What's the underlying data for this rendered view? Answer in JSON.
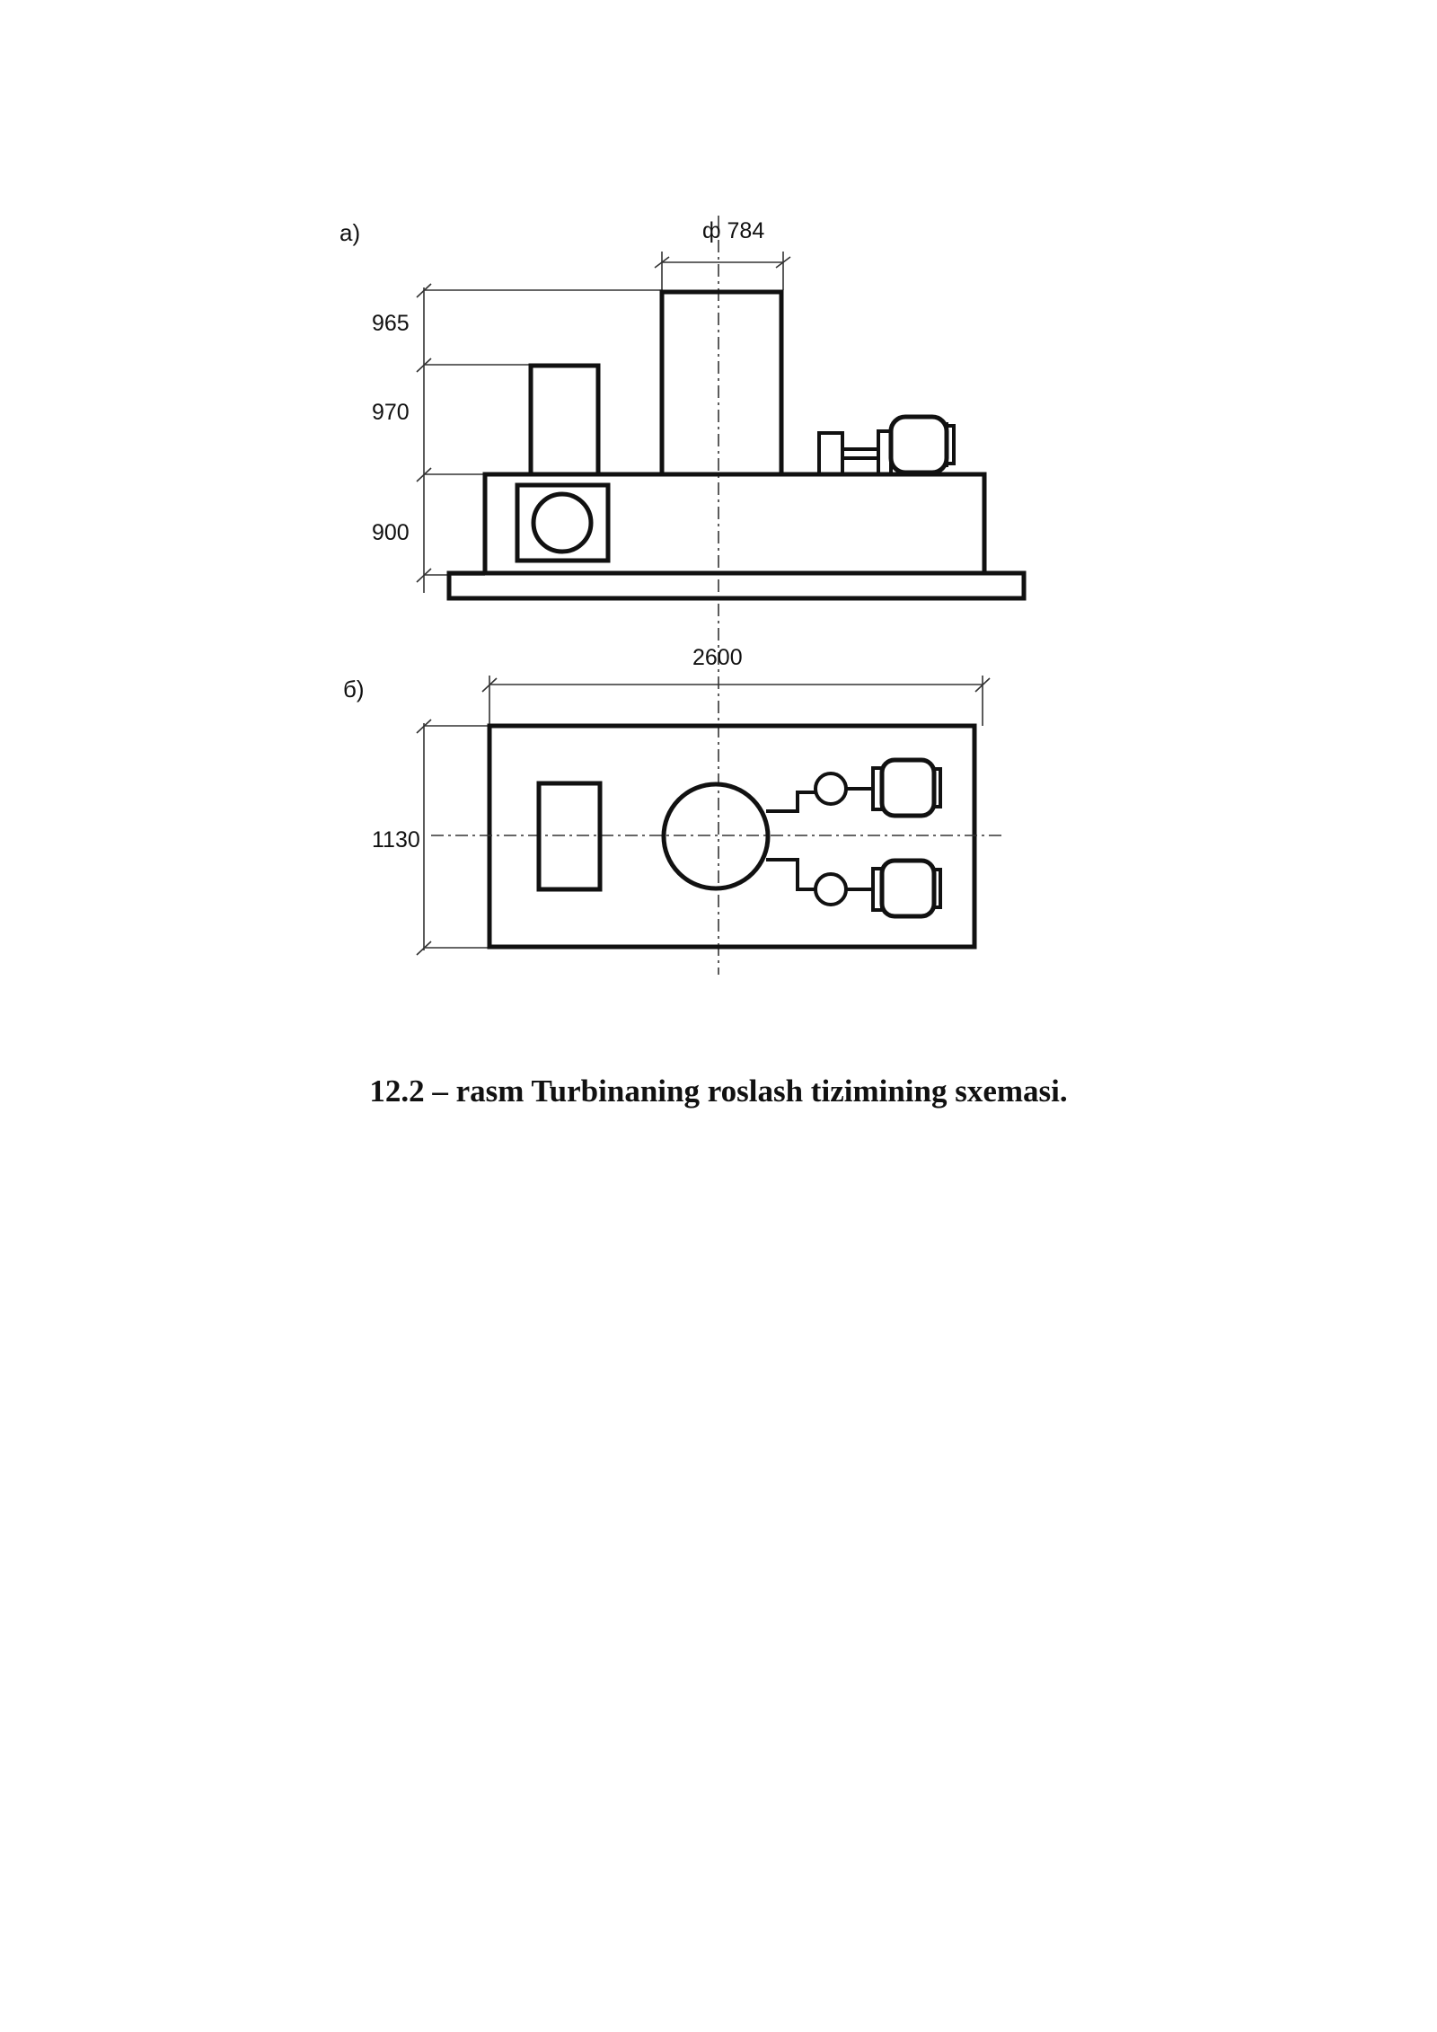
{
  "figure": {
    "view_a_label": "а)",
    "view_b_label": "б)",
    "dimensions": {
      "diameter": "ф 784",
      "height_top": "965",
      "height_mid": "970",
      "height_base": "900",
      "length": "2600",
      "width": "1130"
    }
  },
  "caption": "12.2 – rasm Turbinaning roslash tizimining sxemasi."
}
